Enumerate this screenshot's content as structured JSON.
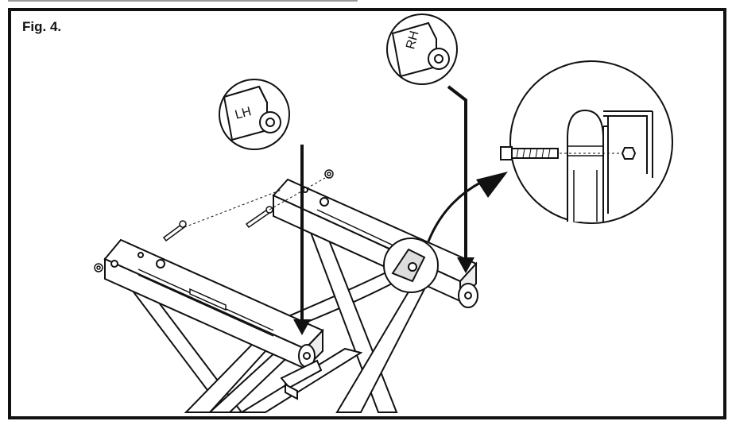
{
  "figure": {
    "label": "Fig. 4.",
    "callouts": {
      "left": "LH",
      "right": "RH"
    }
  },
  "colors": {
    "line": "#111111",
    "fill": "#ffffff",
    "detail": "#dddddd"
  }
}
